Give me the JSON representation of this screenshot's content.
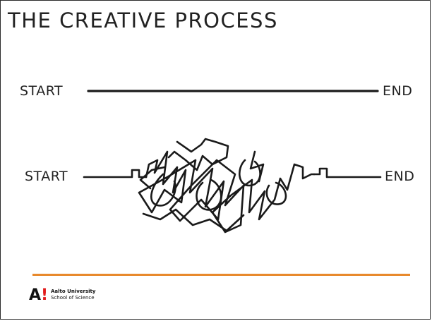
{
  "slide": {
    "title": "THE CREATIVE PROCESS"
  },
  "diagram": {
    "expected": {
      "start_label": "START",
      "end_label": "END"
    },
    "actual": {
      "start_label": "START",
      "end_label": "END"
    }
  },
  "footer": {
    "accent_color": "#e8892c",
    "logo_mark": "A",
    "logo_bang": "!",
    "institution_line1": "Aalto University",
    "institution_line2": "School of Science"
  }
}
